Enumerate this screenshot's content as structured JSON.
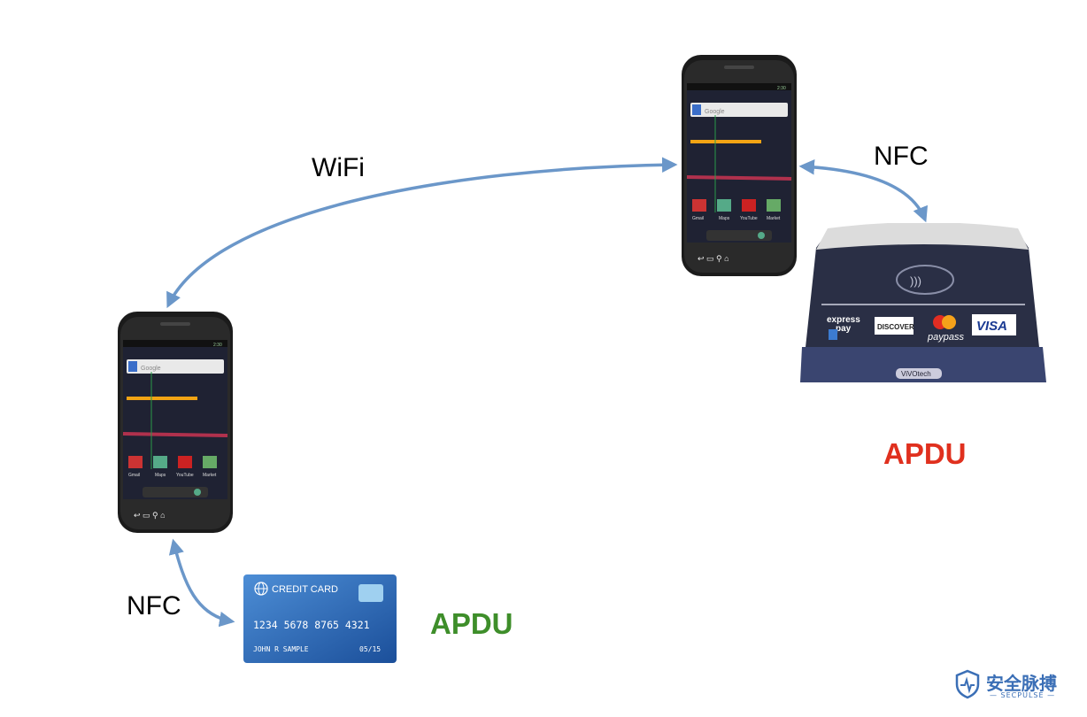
{
  "labels": {
    "wifi": "WiFi",
    "nfc_top": "NFC",
    "nfc_bottom": "NFC",
    "apdu_red": "APDU",
    "apdu_green": "APDU"
  },
  "phone": {
    "search_text": "Google",
    "time": "2:30",
    "apps": [
      "Gmail",
      "Maps",
      "YouTube",
      "Market"
    ]
  },
  "card": {
    "brand": "CREDIT CARD",
    "number": "1234 5678 8765 4321",
    "holder": "JOHN R SAMPLE",
    "expiry": "05/15"
  },
  "terminal": {
    "brands": [
      "express pay",
      "DISCOVER",
      "MasterCard",
      "paypass",
      "VISA"
    ],
    "maker": "ViVOtech"
  },
  "watermark": {
    "title": "安全脉搏",
    "subtitle": "— SECPULSE —"
  },
  "colors": {
    "arrow": "#6b97c9",
    "apdu_red": "#e0301e",
    "apdu_green": "#3e8e2a"
  }
}
